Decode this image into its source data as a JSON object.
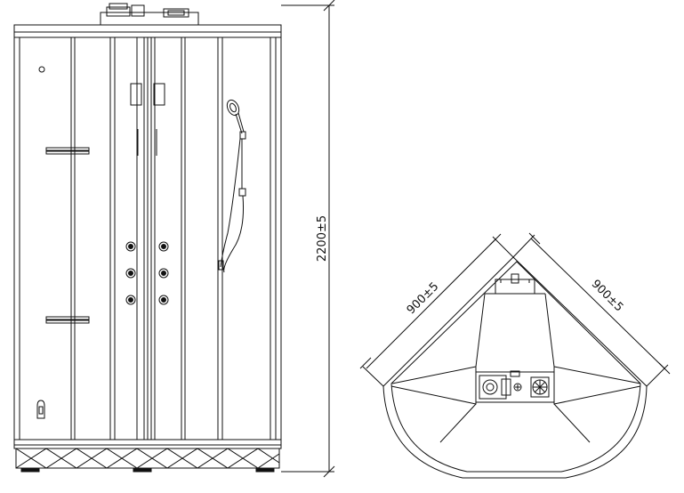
{
  "dimensions": {
    "height_label": "2200±5",
    "width_left_label": "900±5",
    "width_right_label": "900±5"
  },
  "colors": {
    "line": "#111111",
    "background": "#ffffff"
  },
  "views": {
    "front_view": "shower-cabin-front-elevation",
    "top_view": "shower-cabin-plan-view"
  }
}
